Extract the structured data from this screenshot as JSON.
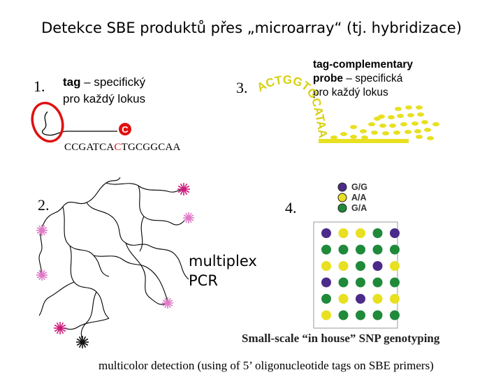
{
  "title": "Detekce SBE produktů přes „microarray“ (tj. hybridizace)",
  "panel1": {
    "number": "1.",
    "label_bold": "tag",
    "label_rest": " – specifický",
    "label_line2": "pro každý lokus",
    "sequence_left": "CCGATCA",
    "sequence_highlight": "C",
    "sequence_right": "TGCGGCAA",
    "nucleotide": "C"
  },
  "panel3": {
    "number": "3.",
    "curved_sequence": "ACTGGTGCATAA",
    "label_line1": "tag-complementary",
    "label_line2_bold": "probe",
    "label_line2_rest": " – specifická",
    "label_line3": "pro každý lokus"
  },
  "panel2": {
    "number": "2.",
    "label_line1": "multiplex",
    "label_line2": "PCR"
  },
  "panel4": {
    "number": "4.",
    "legend": [
      {
        "label": "G/G",
        "color": "#4b2a8a"
      },
      {
        "label": "A/A",
        "color": "#e8e020"
      },
      {
        "label": "G/A",
        "color": "#1f8a3a"
      }
    ],
    "grid_rows": [
      [
        "purple",
        "yellow",
        "yellow",
        "green",
        "purple"
      ],
      [
        "green",
        "green",
        "green",
        "green",
        "green"
      ],
      [
        "yellow",
        "yellow",
        "green",
        "purple",
        "yellow"
      ],
      [
        "purple",
        "green",
        "green",
        "green",
        "green"
      ],
      [
        "green",
        "yellow",
        "purple",
        "yellow",
        "yellow"
      ],
      [
        "yellow",
        "green",
        "green",
        "green",
        "green"
      ]
    ],
    "caption": "Small-scale “in house” SNP genotyping"
  },
  "footer": "multicolor detection (using of 5’ oligonucleotide tags on SBE primers)",
  "colors": {
    "red": "#e01010",
    "yellow": "#e8e020",
    "probe_text": "#d8d010",
    "purple": "#4b2a8a",
    "green": "#1f8a3a",
    "magenta": "#cc1a7a",
    "pink": "#e07ac8"
  }
}
